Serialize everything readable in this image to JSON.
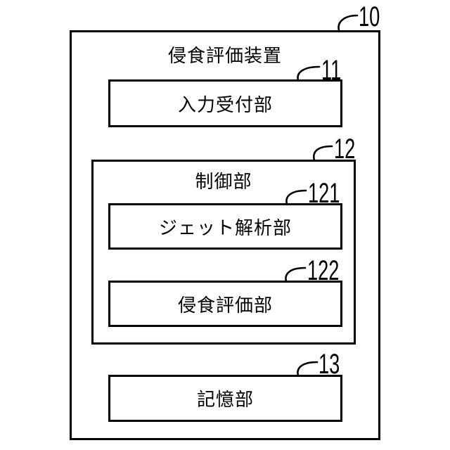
{
  "diagram": {
    "type": "patent-block-diagram",
    "background_color": "#ffffff",
    "line_color": "#000000",
    "device": {
      "ref": "10",
      "title": "侵食評価装置"
    },
    "blocks": [
      {
        "id": "input",
        "ref": "11",
        "title": "入力受付部"
      },
      {
        "id": "control",
        "ref": "12",
        "title": "制御部"
      },
      {
        "id": "jet",
        "ref": "121",
        "title": "ジェット解析部",
        "parent": "control"
      },
      {
        "id": "erosion",
        "ref": "122",
        "title": "侵食評価部",
        "parent": "control"
      },
      {
        "id": "storage",
        "ref": "13",
        "title": "記憶部"
      }
    ]
  }
}
